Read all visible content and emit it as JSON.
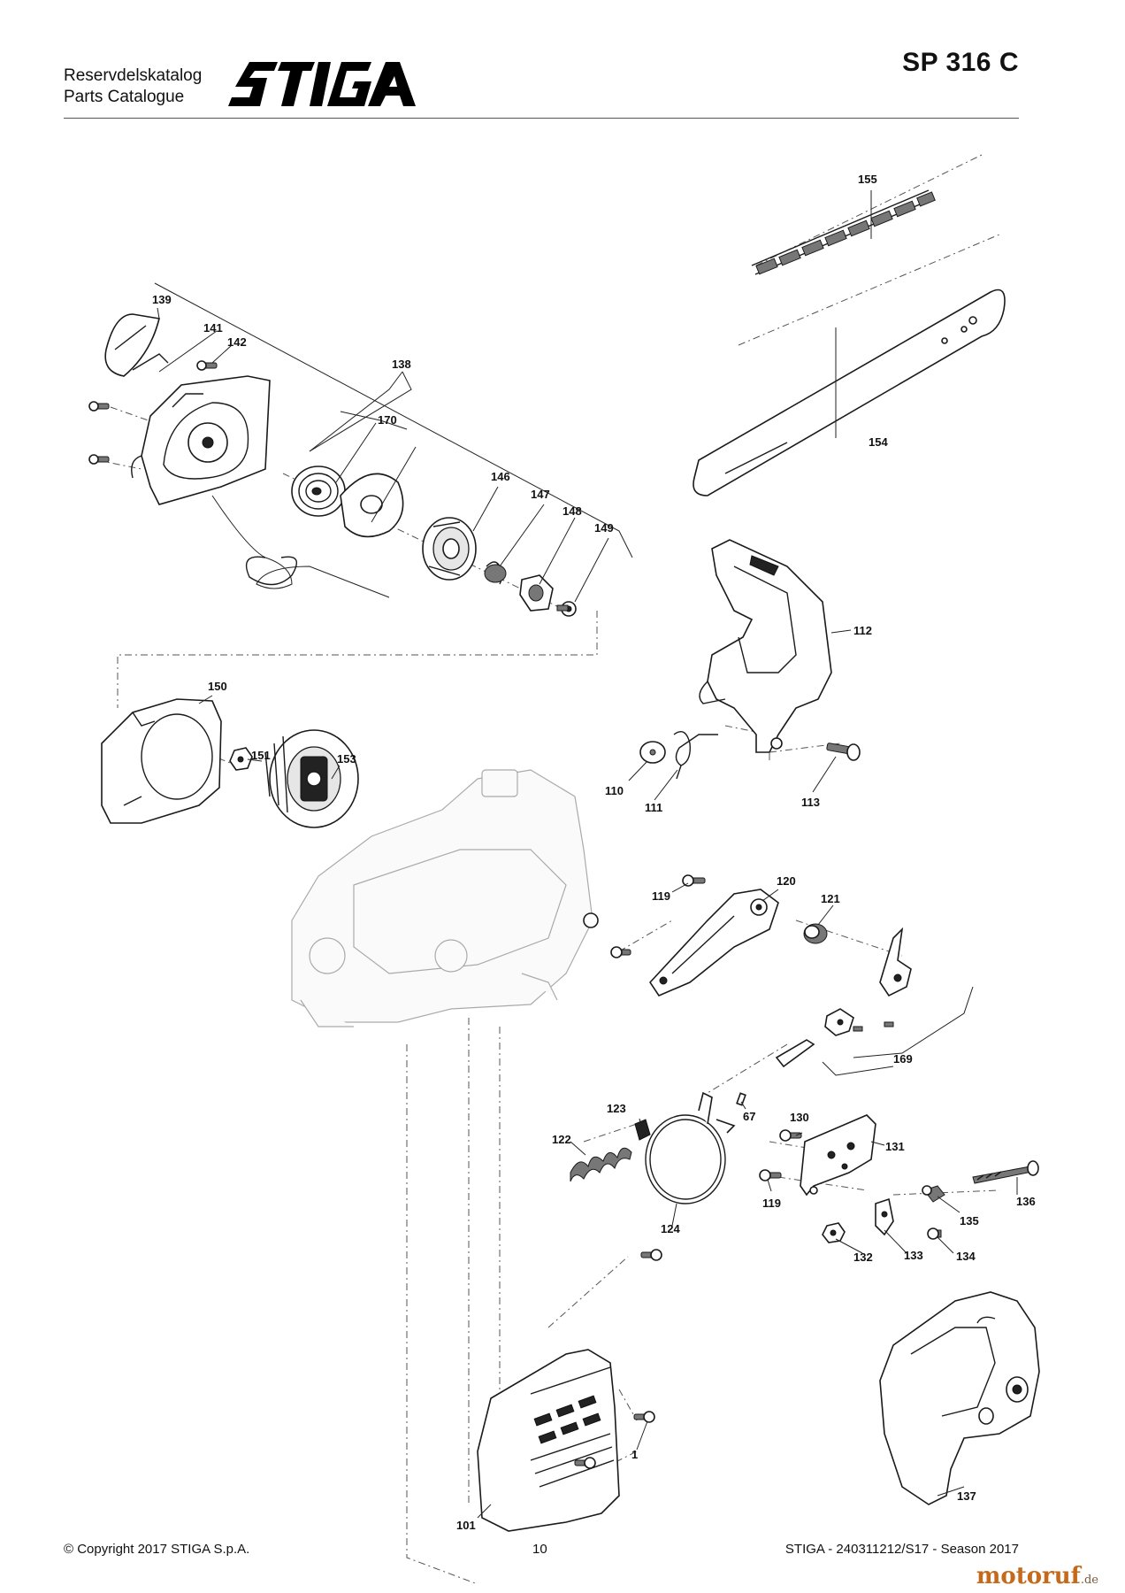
{
  "header": {
    "line1": "Reservdelskatalog",
    "line2": "Parts Catalogue",
    "brand": "STIGA",
    "model": "SP 316 C"
  },
  "parts": {
    "p155": "155",
    "p154": "154",
    "p139": "139",
    "p141": "141",
    "p142": "142",
    "p138": "138",
    "p170": "170",
    "p146": "146",
    "p147": "147",
    "p148": "148",
    "p149": "149",
    "p112": "112",
    "p150": "150",
    "p151": "151",
    "p153": "153",
    "p110": "110",
    "p111": "111",
    "p113": "113",
    "p119a": "119",
    "p120": "120",
    "p121": "121",
    "p169": "169",
    "p123": "123",
    "p122": "122",
    "p67": "67",
    "p130": "130",
    "p131": "131",
    "p124": "124",
    "p119b": "119",
    "p136": "136",
    "p135": "135",
    "p132": "132",
    "p133": "133",
    "p134": "134",
    "p101": "101",
    "p1": "1",
    "p137": "137"
  },
  "footer": {
    "copyright": "© Copyright 2017 STIGA S.p.A.",
    "page": "10",
    "ref": "STIGA - 240311212/S17 - Season 2017"
  },
  "watermark": {
    "name": "motoruf",
    "tld": ".de"
  }
}
